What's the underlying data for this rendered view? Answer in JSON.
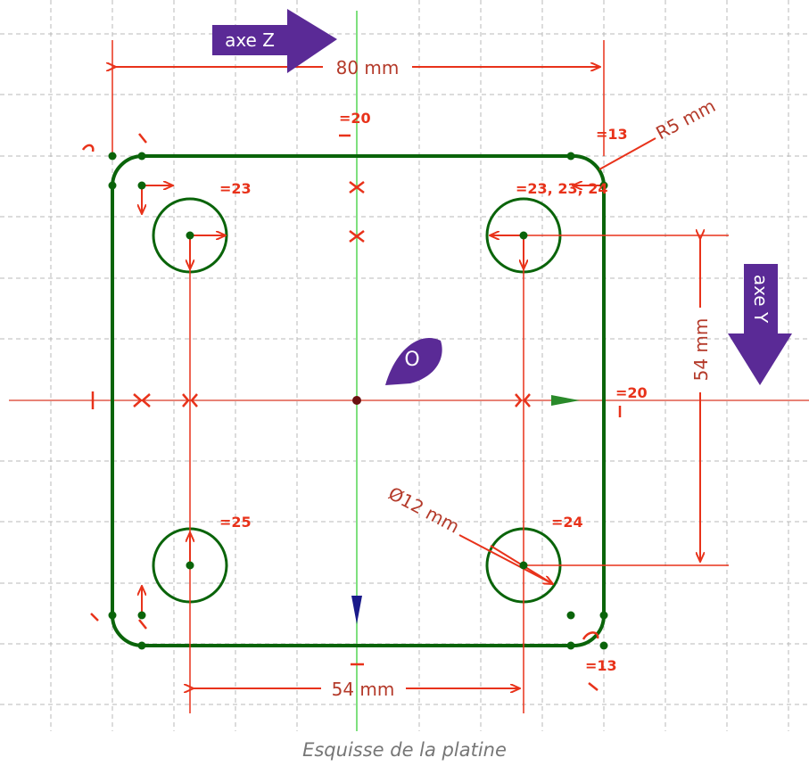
{
  "labels": {
    "axis_z": "axe Z",
    "axis_y": "axe Y",
    "origin": "O",
    "width_dim": "80 mm",
    "hole_spacing_horizontal": "54 mm",
    "hole_spacing_vertical": "54 mm",
    "corner_radius": "R5 mm",
    "hole_diameter": "Ø12 mm"
  },
  "constraints": {
    "top_center": "20",
    "right_center": "20",
    "top_right_corner": "13",
    "bottom_right_corner": "13",
    "top_left_hole": "23",
    "top_right_hole": "23, 23, 24",
    "bottom_left_hole": "25",
    "bottom_right_hole": "24"
  },
  "caption": "Esquisse de la platine",
  "colors": {
    "sketch": "#0a640a",
    "dimension": "#e8321a",
    "dimension_text": "#b43a2a",
    "callout": "#5a2a96",
    "grid": "#b8b8b8",
    "vertical_axis": "#7ee07e",
    "horizontal_axis": "#e05a4a",
    "caption": "#767676"
  }
}
